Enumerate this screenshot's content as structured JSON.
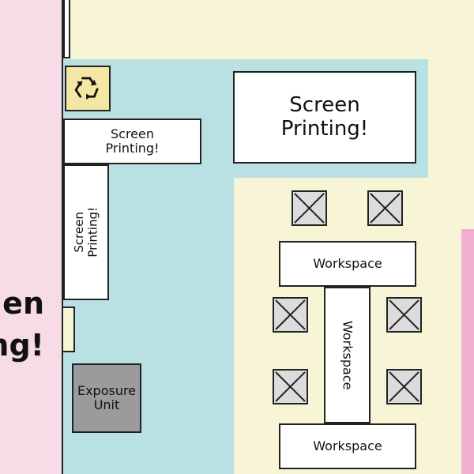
{
  "colors": {
    "pink_zone": "#f7dbe6",
    "blue_zone": "#b9e1e4",
    "yellow_zone": "#f7f5d6",
    "magenta_zone": "#f2aed0",
    "exposure_unit": "#9b9b9b",
    "recycle_bg": "#f3e7a3"
  },
  "left_partial_label": {
    "line1": "en",
    "line2": "ng!"
  },
  "screen_printing_large": {
    "line1": "Screen",
    "line2": "Printing!"
  },
  "screen_printing_horizontal": {
    "line1": "Screen",
    "line2": "Printing!"
  },
  "screen_printing_vertical": {
    "line1": "Screen",
    "line2": "Printing!"
  },
  "exposure_unit": {
    "line1": "Exposure",
    "line2": "Unit"
  },
  "workspace_top": "Workspace",
  "workspace_middle": "Workspace",
  "workspace_bottom": "Workspace",
  "recycle_icon": "recycle-icon",
  "table_icon": "x-box-icon"
}
